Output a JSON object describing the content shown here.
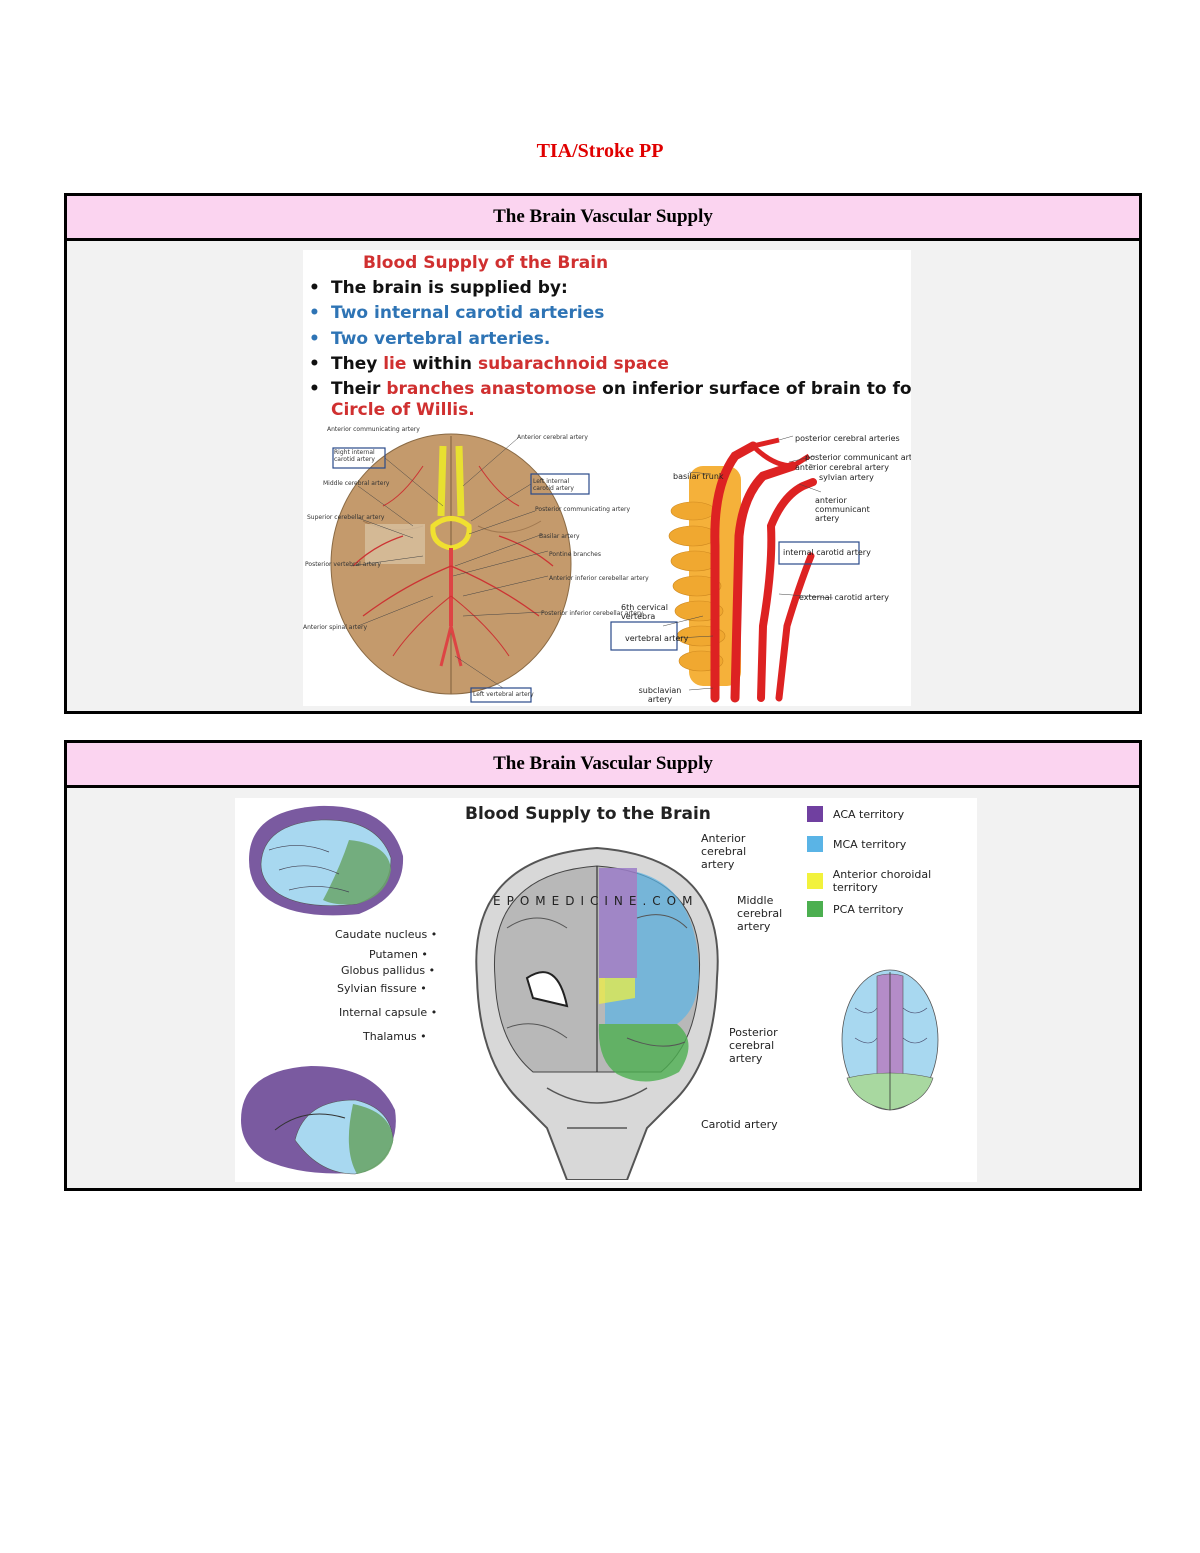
{
  "document": {
    "title": "TIA/Stroke PP"
  },
  "sections": [
    {
      "heading": "The Brain Vascular Supply",
      "slide": {
        "title": "Blood Supply of the Brain",
        "bullets": [
          {
            "text": "The brain is supplied by:",
            "style": "black"
          },
          {
            "text": "Two internal carotid arteries",
            "style": "blue"
          },
          {
            "text": "Two vertebral arteries.",
            "style": "blue"
          },
          {
            "parts": [
              "They ",
              "lie",
              " within  ",
              "subarachnoid space"
            ]
          },
          {
            "parts": [
              "Their ",
              "branches anastomose",
              " on inferior surface of brain to form"
            ]
          },
          {
            "text": "Circle of Willis.",
            "style": "red"
          }
        ],
        "brain_labels": {
          "acom": "Anterior communicating artery",
          "ica_right": "Right internal carotid artery",
          "mca": "Middle cerebral artery",
          "sca": "Superior cerebellar artery",
          "pva": "Posterior vertebral artery",
          "asa": "Anterior spinal artery",
          "aca": "Anterior cerebral artery",
          "ica_left": "Left internal carotid artery",
          "pcom": "Posterior communicating artery",
          "basilar": "Basilar artery",
          "pontine": "Pontine branches",
          "aica": "Anterior inferior cerebellar artery",
          "pica": "Posterior inferior cerebellar artery",
          "left_vert": "Left vertebral artery"
        },
        "neck_labels": {
          "pca": "posterior cerebral arteries",
          "pcom": "posterior communicant arteries",
          "aca": "anterior cerebral artery",
          "sylvian": "sylvian artery",
          "basilar": "basilar trunk",
          "acom": "anterior communicant artery",
          "ica": "internal carotid artery",
          "eca": "external carotid artery",
          "c6": "6th cervical vertebra",
          "vert": "vertebral artery",
          "subclavian": "subclavian artery"
        }
      }
    },
    {
      "heading": "The Brain Vascular Supply",
      "slide": {
        "title": "Blood Supply to the Brain",
        "watermark": "EPOMEDICINE.COM",
        "left_labels": [
          "Caudate nucleus",
          "Putamen",
          "Globus pallidus",
          "Sylvian fissure",
          "Internal capsule",
          "Thalamus"
        ],
        "right_labels": {
          "aca": "Anterior cerebral artery",
          "mca": "Middle cerebral artery",
          "pca": "Posterior cerebral artery",
          "carotid": "Carotid artery"
        },
        "legend": [
          {
            "label": "ACA territory",
            "color": "#7040a0"
          },
          {
            "label": "MCA territory",
            "color": "#5ab4e6"
          },
          {
            "label": "Anterior choroidal territory",
            "color": "#f2f23c"
          },
          {
            "label": "PCA territory",
            "color": "#4caf50"
          }
        ]
      }
    }
  ]
}
